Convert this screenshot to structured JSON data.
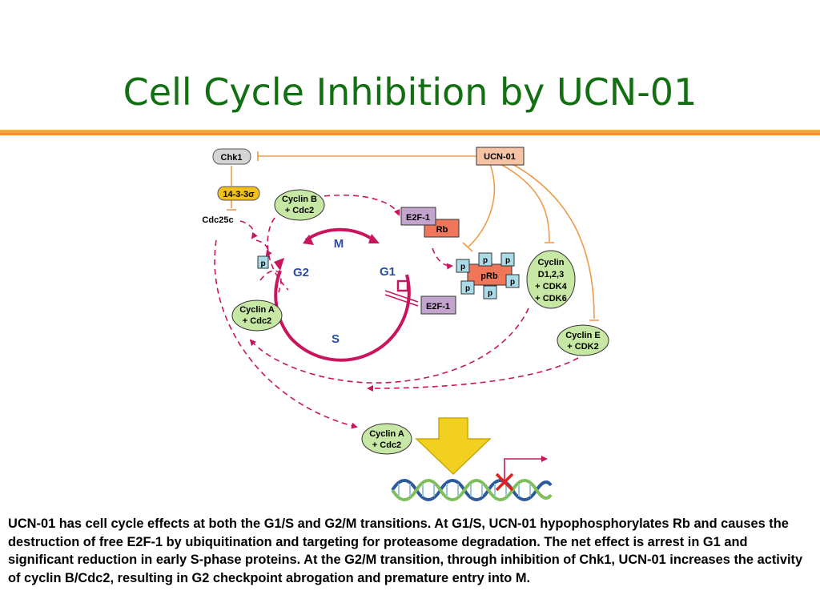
{
  "title": "Cell Cycle Inhibition by UCN-01",
  "colors": {
    "title": "#127012",
    "accent_bar": "#f3a030",
    "cycle": "#c8155e",
    "inhibition": "#ee9a48",
    "green_node": "#c7e7a4",
    "e2f1": "#c3a4cf",
    "rb": "#f0765a",
    "phospho": "#a9dbe8"
  },
  "diagram": {
    "chk1": "Chk1",
    "ucn01": "UCN-01",
    "prot1433": "14-3-3σ",
    "cdc25c": "Cdc25c",
    "cyclin_b": [
      "Cyclin B",
      "+ Cdc2"
    ],
    "cyclin_a_left": [
      "Cyclin A",
      "+ Cdc2"
    ],
    "cyclin_a_bottom": [
      "Cyclin A",
      "+ Cdc2"
    ],
    "cyclin_d": [
      "Cyclin",
      "D1,2,3",
      "+ CDK4",
      "+ CDK6"
    ],
    "cyclin_e": [
      "Cyclin E",
      "+ CDK2"
    ],
    "e2f1_top": "E2F-1",
    "e2f1_free": "E2F-1",
    "rb": "Rb",
    "prb": "pRb",
    "p": "p",
    "phase_m": "M",
    "phase_g1": "G1",
    "phase_g2": "G2",
    "phase_s": "S"
  },
  "caption": "UCN-01 has cell cycle effects at both the G1/S and G2/M transitions. At G1/S, UCN-01 hypophosphorylates Rb and causes the destruction of free E2F-1 by ubiquitination and targeting for proteasome degradation. The net effect is arrest in G1 and significant reduction in early S-phase proteins. At the G2/M transition, through inhibition of Chk1, UCN-01 increases the activity of cyclin B/Cdc2, resulting in G2 checkpoint abrogation and premature entry into M."
}
